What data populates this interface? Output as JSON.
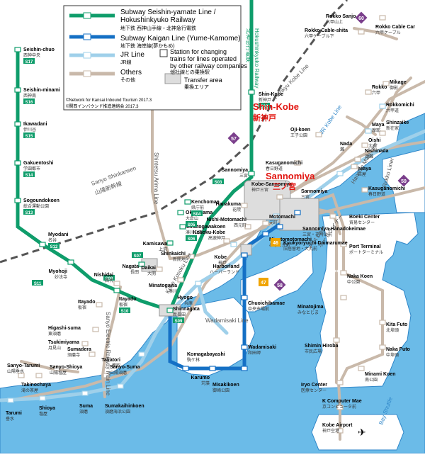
{
  "colors": {
    "green": "#0f9d6b",
    "blue": "#1570c5",
    "jr": "#9fd0ea",
    "other": "#c9b9aa",
    "sea": "#6bbbe8",
    "sea_edge": "#2f86c8",
    "red": "#e2140f",
    "badge": "#555555",
    "purple": "#7b3f8c",
    "orange": "#f0a400"
  },
  "legend": {
    "l1_title_a": "Subway Seishin-yamate Line /",
    "l1_title_b": "Hokushinkyuko Railway",
    "l1_jp": "地下鉄 西神山手線・北神急行電鉄",
    "l2_title": "Subway Kaigan Line (Yume-Kamome)",
    "l2_jp": "地下鉄 海岸線(夢かもめ)",
    "l3_title": "JR Line",
    "l3_jp": "JR線",
    "l4_title": "Others",
    "l4_jp": "その他",
    "change_a": "Station for changing",
    "change_b": "trains for lines operated",
    "change_c": "by other railway companies",
    "change_jp": "他社線との乗換駅",
    "transfer": "Transfer area",
    "transfer_jp": "乗換エリア",
    "credit_en": "©Network for Kansai Inbound Tourism   2017.3",
    "credit_jp": "©関西インバウンド推進連絡会   2017.3"
  },
  "stations": {
    "seishin_chuo": {
      "en": "Seishin-chuo",
      "jp": "西神中央",
      "code": "S17"
    },
    "seishin_minami": {
      "en": "Seishin-minami",
      "jp": "西神南",
      "code": "S16"
    },
    "ikawadani": {
      "en": "Ikawadani",
      "jp": "伊川谷",
      "code": "S15"
    },
    "gakuentoshi": {
      "en": "Gakuentoshi",
      "jp": "学園都市",
      "code": "S14"
    },
    "sogoundokoen": {
      "en": "Sogoundokoen",
      "jp": "総合運動公園",
      "code": "S13"
    },
    "myodani": {
      "en": "Myodani",
      "jp": "名谷",
      "code": "S12"
    },
    "myohoji": {
      "en": "Myohoji",
      "jp": "妙法寺",
      "code": "S11"
    },
    "itayado": {
      "en": "Itayado",
      "jp": "板宿",
      "code": "S10"
    },
    "shinnagata": {
      "en": "Shinnagata",
      "jp": "新長田",
      "code": "S09"
    },
    "nagata": {
      "en": "Nagata",
      "jp": "長田",
      "code": "S08"
    },
    "kamisawa": {
      "en": "Kamisawa",
      "jp": "上沢",
      "code": "S07"
    },
    "minatogawakoen": {
      "en": "Minatogawakoen",
      "jp": "湊川公園",
      "code": "S06"
    },
    "okurayama": {
      "en": "Okurayama",
      "jp": "大倉山",
      "code": "S05"
    },
    "kenchomae": {
      "en": "Kenchomae",
      "jp": "県庁前",
      "code": "S04"
    },
    "sannomiya_s": {
      "en": "Sannomiya",
      "jp": "三宮",
      "code": "S03"
    },
    "shinkobe": {
      "en": "Shin-Kobe",
      "jp": "新神戸",
      "code": "S02"
    },
    "sannomiya_big_en": "Sannomiya",
    "sannomiya_big_jp": "三ノ宮",
    "shinkobe_big_en": "Shin-Kobe",
    "shinkobe_big_jp": "新神戸",
    "sannomiya_jr": {
      "en": "Sannomiya",
      "jp": "三宮"
    },
    "kobe_sannomiya": {
      "en": "Kobe-Sannomiya",
      "jp": "神戸三宮"
    },
    "sannomiya_hanadokeimae": {
      "en": "Sannomiya-Hanadokeimae",
      "jp": "三宮・花時計前"
    },
    "kyukyoryuchi": {
      "en": "Kyukyoryuchi-Daimarumae",
      "jp": "旧居留地・大丸前"
    },
    "minatomotomachi": {
      "en": "Minatomotomachi",
      "jp": "みなと元町"
    },
    "harborland": {
      "en": "Harborland",
      "jp": "ハーバーランド"
    },
    "chuoichiba": {
      "en": "Chuoichibamae",
      "jp": "中央市場前"
    },
    "wadamisaki": {
      "en": "Wadamisaki",
      "jp": "和田岬"
    },
    "misakikoen": {
      "en": "Misakikoen",
      "jp": "御崎公園"
    },
    "karumo": {
      "en": "Karumo",
      "jp": "苅藻"
    },
    "komagabayashi": {
      "en": "Komagabayashi",
      "jp": "駒ケ林"
    },
    "motomachi": {
      "en": "Motomachi",
      "jp": "元町"
    },
    "nishi_motomachi": {
      "en": "Nishi-Motomachi",
      "jp": "西元町"
    },
    "hanakuma": {
      "en": "Hanakuma",
      "jp": "花隈"
    },
    "kosoku_kobe": {
      "en": "Kosoku-Kobe",
      "jp": "高速神戸"
    },
    "shinkaichi": {
      "en": "Shinkaichi",
      "jp": "新開地"
    },
    "minatogawa": {
      "en": "Minatogawa",
      "jp": "湊川"
    },
    "daikai": {
      "en": "Daikai",
      "jp": "大開"
    },
    "nishidai": {
      "en": "Nishidai",
      "jp": "西代"
    },
    "kobe": {
      "en": "Kobe",
      "jp": "神戸"
    },
    "hyogo": {
      "en": "Hyogo",
      "jp": "兵庫"
    },
    "wadamisaki_jr": {
      "en": "Wadamisaki",
      "jp": "和田岬"
    },
    "takatori": {
      "en": "Takatori",
      "jp": "鷹取"
    },
    "suma": {
      "en": "Suma",
      "jp": "須磨"
    },
    "shioya": {
      "en": "Shioya",
      "jp": "塩屋"
    },
    "tarumi": {
      "en": "Tarumi",
      "jp": "垂水"
    },
    "sumakaihinkoen": {
      "en": "Sumakaihinkoen",
      "jp": "須磨海浜公園"
    },
    "sanyo_suma": {
      "en": "Sanyo-Suma",
      "jp": "山陽須磨"
    },
    "sumaura": {
      "en": "Sumadera",
      "jp": "須磨寺"
    },
    "tsukimiyama": {
      "en": "Tsukimiyama",
      "jp": "月見山"
    },
    "higashi_suma": {
      "en": "Higashi-suma",
      "jp": "東須磨"
    },
    "itayado_s": {
      "en": "Itayado",
      "jp": "板宿"
    },
    "sanyo_tarumi": {
      "en": "Sanyo-Tarumi",
      "jp": "山陽垂水"
    },
    "takinochaya": {
      "en": "Takinochaya",
      "jp": "滝の茶屋"
    },
    "sanyo_shioya": {
      "en": "Sanyo-Shioya",
      "jp": "山陽塩屋"
    },
    "kasuganomichi": {
      "en": "Kasuganomichi",
      "jp": "春日野道"
    },
    "kasuganomichi2": {
      "en": "Kasuganomichi",
      "jp": "春日野道"
    },
    "nada": {
      "en": "Nada",
      "jp": "灘"
    },
    "oji_koen": {
      "en": "Oji-koen",
      "jp": "王子公園"
    },
    "maya": {
      "en": "Maya",
      "jp": "摩耶"
    },
    "shinzaike": {
      "en": "Shinzaike",
      "jp": "新在家"
    },
    "oishi": {
      "en": "Oishi",
      "jp": "大石"
    },
    "nishinada": {
      "en": "Nishinada",
      "jp": "西灘"
    },
    "iwaya": {
      "en": "Iwaya",
      "jp": "岩屋"
    },
    "rokko": {
      "en": "Rokko",
      "jp": "六甲"
    },
    "mikage": {
      "en": "Mikage",
      "jp": "御影"
    },
    "rokkomichi": {
      "en": "Rokkomichi",
      "jp": "六甲道"
    },
    "rokko_sanjo": {
      "en": "Rokko Sanjo",
      "jp": "六甲山上"
    },
    "rokko_cable": {
      "en": "Rokko Cable-shita",
      "jp": "六甲ケーブル下"
    },
    "rokko_cable_car": "Rokko Cable Car",
    "rokko_cable_car_jp": "六甲ケーブル",
    "boeki": {
      "en": "Boeki Center",
      "jp": "貿易センター"
    },
    "port_terminal": {
      "en": "Port Terminal",
      "jp": "ポートターミナル"
    },
    "naka_koen": {
      "en": "Naka Koen",
      "jp": "中公園"
    },
    "minatojima": {
      "en": "Minatojima",
      "jp": "みなとじま"
    },
    "kita_futo": {
      "en": "Kita Futo",
      "jp": "北埠頭"
    },
    "naka_futo": {
      "en": "Naka Futo",
      "jp": "中埠頭"
    },
    "shimin_hiroba": {
      "en": "Shimin Hiroba",
      "jp": "市民広場"
    },
    "minami_koen": {
      "en": "Minami Koen",
      "jp": "南公園"
    },
    "iryo_center": {
      "en": "Iryo Center",
      "jp": "医療センター"
    },
    "k_computer": {
      "en": "K Computer Mae",
      "jp": "京コンピュータ前"
    },
    "kobe_airport": {
      "en": "Kobe Airport",
      "jp": "神戸空港"
    },
    "nagata_h": {
      "en": "Nagata",
      "jp": "長田"
    }
  },
  "line_labels": {
    "hokushinkyuko": "Hokushinkyuko Railway",
    "hokushinkyuko_jp": "北神急行電鉄",
    "sanyo_shinkansen": "Sanyo Shinkansen",
    "sanyo_shinkansen_jp": "山陽新幹線",
    "kobe_kosoku": "Kobe Kosoku Line",
    "shintetsu": "Shintetsu Arima Line",
    "port_liner": "Port Liner",
    "port_liner_jp": "ポートライナー",
    "rokko_liner": "Rokko Liner",
    "hankyu_kobe": "Hankyu Kobe Line",
    "hanshin_main": "Hanshin Main Line",
    "jr_kobe": "JR Kobe Line",
    "sanyo_main": "Sanyo Electric Railway Main Line",
    "wadamisaki_line": "Wadamisaki Line",
    "bay_shuttle": "Bay Shuttle"
  },
  "badges": {
    "b57": "57",
    "b47": "47",
    "b46": "46",
    "b58": "58",
    "b59": "59",
    "b60": "60"
  }
}
